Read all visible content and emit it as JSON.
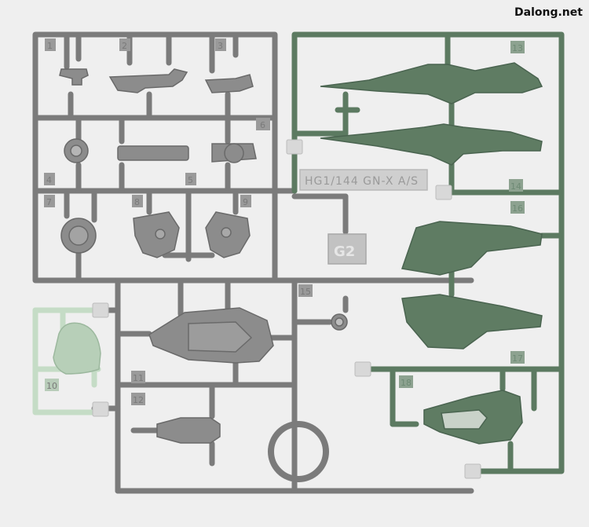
{
  "watermark": "Dalong.net",
  "kit_code": "HG1/144 GN-X A/S",
  "runner_letter": "G2",
  "part_numbers": [
    "1",
    "2",
    "3",
    "4",
    "5",
    "6",
    "7",
    "8",
    "9",
    "10",
    "11",
    "12",
    "13",
    "14",
    "15",
    "16",
    "17",
    "18"
  ],
  "colors": {
    "background": "#efefef",
    "grey_runner": "#7b7b7b",
    "green_runner": "#5c7a61",
    "clear_runner": "#c5dcc6",
    "tab": "#d8d8d8"
  }
}
